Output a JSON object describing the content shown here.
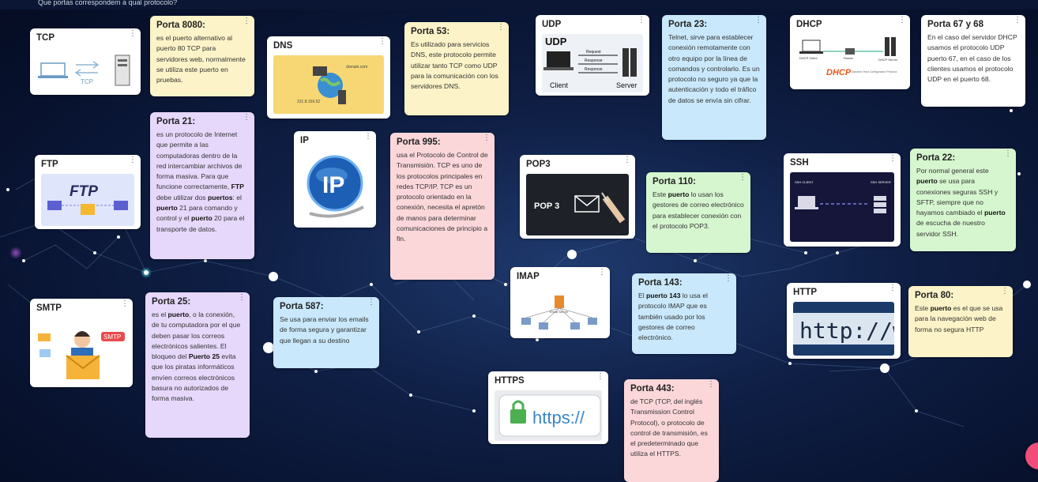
{
  "board": {
    "question": "Que portas correspondem a qual protocolo?"
  },
  "cards": {
    "tcp": {
      "title": "TCP",
      "image": "tcp-illustration",
      "img_text": "TCP"
    },
    "p8080": {
      "title": "Porta 8080:",
      "body": " es el puerto alternativo al puerto 80 TCP para servidores web, normalmente se utiliza este puerto en pruebas."
    },
    "dns": {
      "title": "DNS",
      "image": "dns-illustration",
      "img_text_a": "domain.com",
      "img_text_b": "231.8.156.52"
    },
    "p53": {
      "title": "Porta 53:",
      "body": "Es utilizado para servicios DNS, este protocolo permite utilizar tanto TCP como UDP para la comunicación con los servidores DNS."
    },
    "udp": {
      "title": "UDP",
      "image": "udp-illustration",
      "img_heading": "UDP",
      "img_request": "Request",
      "img_response1": "Response",
      "img_response2": "Response",
      "img_client": "Client",
      "img_server": "Server"
    },
    "p23": {
      "title": "Porta 23:",
      "body": "Telnet, sirve para establecer conexión remotamente con otro equipo por la línea de comandos y controlarlo. Es un protocolo no seguro ya que la autenticación y todo el tráfico de datos se envía sin cifrar."
    },
    "dhcp": {
      "title": "DHCP",
      "image": "dhcp-illustration",
      "img_logo": "DHCP",
      "img_sub": "Dynamic Host Configuration Protocol",
      "img_client": "DHCP Client",
      "img_router": "Router",
      "img_server": "DHCP Server"
    },
    "p6768": {
      "title": "Porta 67 y 68",
      "body": "En el caso del servidor DHCP usamos el protocolo UDP puerto 67, en el caso de los clientes usamos el protocolo UDP en el puerto 68."
    },
    "p21": {
      "title": "Porta 21:",
      "seg1": "es un protocolo de Internet que permite a las computadoras dentro de la red intercambiar archivos de forma masiva. Para que funcione correctamente, ",
      "b1": "FTP",
      "seg2": " debe utilizar dos ",
      "b2": "puertos",
      "seg3": ": el ",
      "b3": "puerto",
      "seg4": " 21 para comando y control y el ",
      "b4": "puerto",
      "seg5": " 20 para el transporte de datos."
    },
    "ftp": {
      "title": "FTP",
      "image": "ftp-illustration",
      "img_text": "FTP"
    },
    "ip": {
      "title": "IP",
      "image": "ip-globe-illustration",
      "img_text": "IP"
    },
    "p995": {
      "title": "Porta 995:",
      "body": "usa el Protocolo de Control de Transmisión. TCP es uno de los protocolos principales en redes TCP/IP. TCP es un protocolo orientado en la conexión, necesita el apretón de manos para determinar comunicaciones de principio a fin."
    },
    "pop3": {
      "title": "POP3",
      "image": "pop3-illustration",
      "img_text": "POP 3"
    },
    "p110": {
      "title": "Porta 110:",
      "seg1": "Este ",
      "b1": "puerto",
      "seg2": " lo usan los gestores de correo electrónico para establecer conexión con el protocolo POP3."
    },
    "ssh": {
      "title": "SSH",
      "image": "ssh-illustration",
      "img_client": "SSH CLIENT",
      "img_server": "SSH SERVER"
    },
    "p22": {
      "title": "Porta 22:",
      "seg1": "Por normal general este ",
      "b1": "puerto",
      "seg2": " se usa para conexiones seguras SSH y SFTP, siempre que no hayamos cambiado el ",
      "b2": "puerto",
      "seg3": " de escucha de nuestro servidor SSH."
    },
    "smtp": {
      "title": "SMTP",
      "image": "smtp-illustration",
      "img_text": "SMTP"
    },
    "p25": {
      "title": "Porta 25:",
      "seg1": "es el ",
      "b1": "puerto",
      "seg2": ", o la conexión, de tu computadora por el que deben pasar los correos electrónicos salientes. El bloqueo del ",
      "b2": "Puerto 25",
      "seg3": " evita que los piratas informáticos envíen correos electrónicos basura no autorizados de forma masiva."
    },
    "p587": {
      "title": "Porta 587:",
      "body": "Se usa para enviar los emails de forma segura y garantizar que llegan a su destino"
    },
    "imap": {
      "title": "IMAP",
      "image": "imap-illustration",
      "img_text": "Email Server"
    },
    "p143": {
      "title": "Porta 143:",
      "seg1": " El ",
      "b1": "puerto 143",
      "seg2": " lo usa el protocolo IMAP que es también usado por los gestores de correo electrónico."
    },
    "http": {
      "title": "HTTP",
      "image": "http-address-illustration",
      "img_text": "http://w"
    },
    "p80": {
      "title": "Porta 80:",
      "seg1": "Este ",
      "b1": "puerto",
      "seg2": " es el que se usa para la navegación web de forma no segura HTTP"
    },
    "https": {
      "title": "HTTPS",
      "image": "https-lock-illustration",
      "img_text": "https://"
    },
    "p443": {
      "title": "Porta 443:",
      "body": " de TCP (TCP, del inglés Transmission Control Protocol), o protocolo de control de transmisión, es el predeterminado que utiliza el HTTPS."
    }
  },
  "colors": {
    "background": "#0f1f45",
    "card_white": "#ffffff",
    "card_yellow": "#fdf3c8",
    "card_purple": "#e6d8fb",
    "card_pink": "#fbd7d9",
    "card_blue": "#c9e8fb",
    "card_green": "#d6f6cf",
    "fab": "#f14d7a"
  }
}
